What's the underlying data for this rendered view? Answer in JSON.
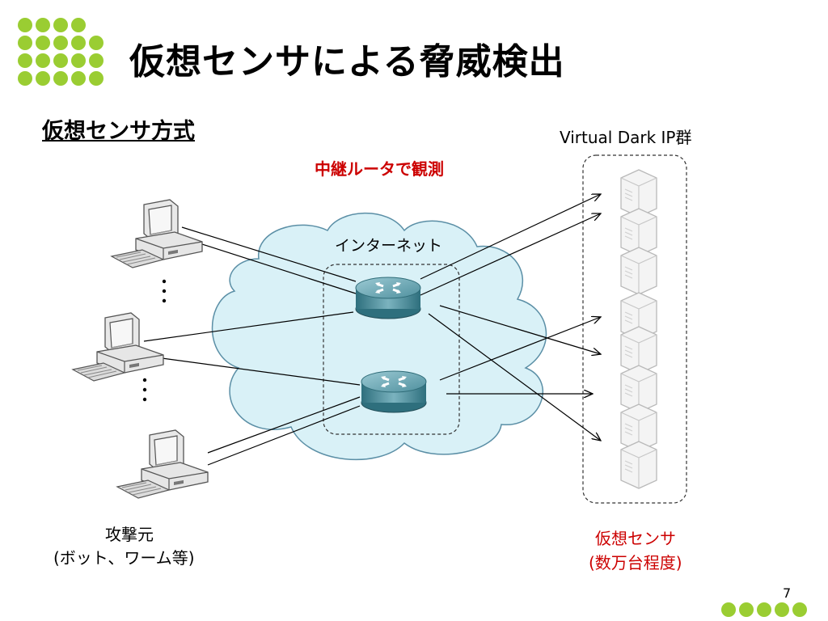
{
  "slide": {
    "title": "仮想センサによる脅威検出",
    "subtitle": "仮想センサ方式",
    "page_number": "7"
  },
  "labels": {
    "dark_ip_group": "Virtual Dark IP群",
    "relay_note": "中継ルータで観測",
    "internet": "インターネット",
    "attacker_line1": "攻撃元",
    "attacker_line2": "(ボット、ワーム等)",
    "sensor_line1": "仮想センサ",
    "sensor_line2": "(数万台程度)"
  },
  "colors": {
    "accent_dots": "#9acd32",
    "note_red": "#cc0000",
    "cloud_fill": "#d9f1f7",
    "cloud_stroke": "#5b8fa6",
    "router": "#4b8c9a"
  },
  "icons": {
    "bullet_dots": "green-dot-grid",
    "attacker_pc": "desktop-computer-icon",
    "router": "router-icon",
    "sensor": "server-tower-icon",
    "ellipsis": "vertical-ellipsis"
  }
}
